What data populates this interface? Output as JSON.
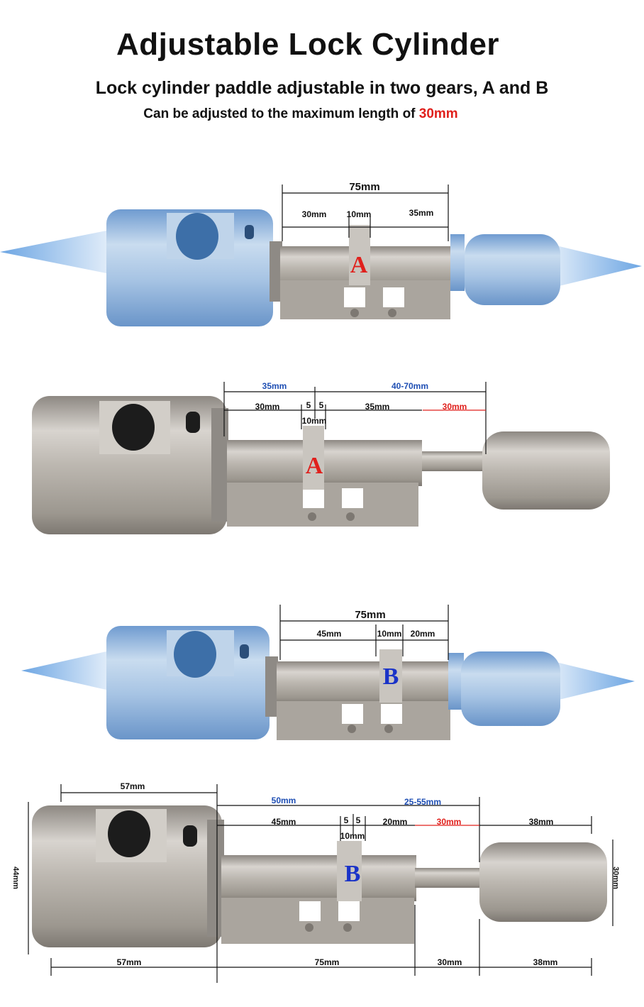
{
  "header": {
    "title": "Adjustable Lock Cylinder",
    "subtitle": "Lock cylinder paddle adjustable in two gears, A and B",
    "note_prefix": "Can be adjusted to the maximum length of ",
    "note_value": "30mm"
  },
  "panel1": {
    "total": "75mm",
    "left": "30mm",
    "middle": "10mm",
    "right": "35mm",
    "gear": "A"
  },
  "panel2": {
    "left_span": "35mm",
    "right_span": "40-70mm",
    "seg_left": "30mm",
    "five_a": "5",
    "five_b": "5",
    "seg_mid": "35mm",
    "seg_extra": "30mm",
    "cam": "10mm",
    "gear": "A"
  },
  "panel3": {
    "total": "75mm",
    "left": "45mm",
    "middle": "10mm",
    "right": "20mm",
    "gear": "B"
  },
  "panel4": {
    "top_left": "57mm",
    "span_left": "50mm",
    "span_right": "25-55mm",
    "seg_left": "45mm",
    "five_a": "5",
    "five_b": "5",
    "seg_mid": "20mm",
    "seg_extra": "30mm",
    "seg_knob": "38mm",
    "cam": "10mm",
    "height_left": "44mm",
    "height_right": "30mm",
    "bottom_a": "57mm",
    "bottom_b": "75mm",
    "bottom_c": "30mm",
    "bottom_d": "38mm",
    "gear": "B"
  },
  "colors": {
    "accent_red": "#e0201c",
    "accent_blue": "#1f4fb4",
    "metal": "#b9b4ad",
    "blue_ghost": "#7fa8d6"
  }
}
